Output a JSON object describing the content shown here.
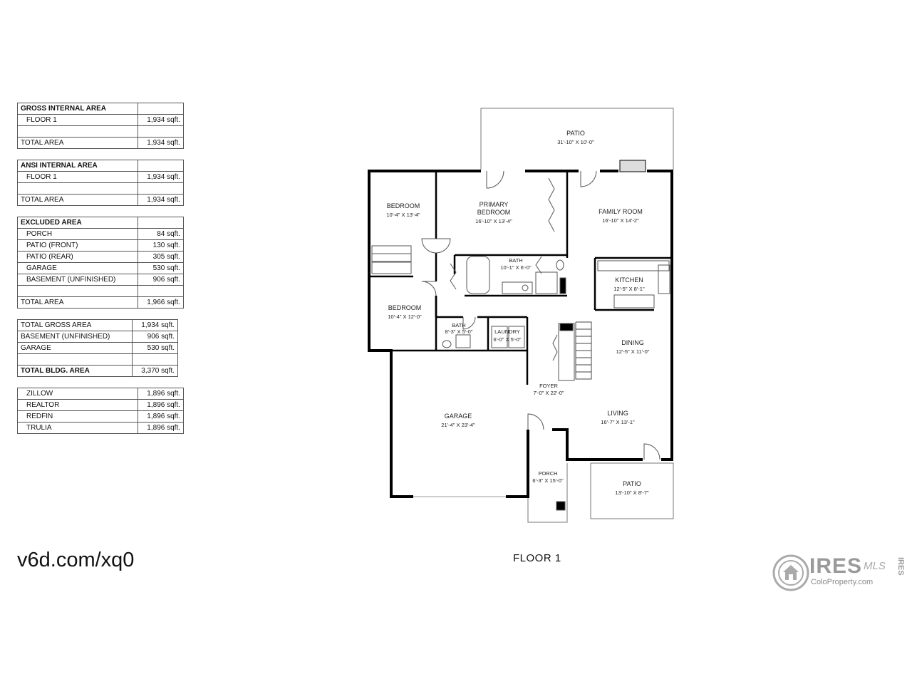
{
  "tables": {
    "gross": {
      "header": "GROSS INTERNAL AREA",
      "rows": [
        [
          "FLOOR 1",
          "1,934 sqft."
        ],
        [
          "",
          ""
        ],
        [
          "TOTAL AREA",
          "1,934 sqft."
        ]
      ]
    },
    "ansi": {
      "header": "ANSI INTERNAL AREA",
      "rows": [
        [
          "FLOOR 1",
          "1,934 sqft."
        ],
        [
          "",
          ""
        ],
        [
          "TOTAL AREA",
          "1,934 sqft."
        ]
      ]
    },
    "excluded": {
      "header": "EXCLUDED AREA",
      "rows": [
        [
          "PORCH",
          "84 sqft."
        ],
        [
          "PATIO (FRONT)",
          "130 sqft."
        ],
        [
          "PATIO (REAR)",
          "305 sqft."
        ],
        [
          "GARAGE",
          "530 sqft."
        ],
        [
          "BASEMENT (UNFINISHED)",
          "906 sqft."
        ],
        [
          "",
          ""
        ],
        [
          "TOTAL AREA",
          "1,966 sqft."
        ]
      ]
    },
    "totals": {
      "rows": [
        [
          "TOTAL GROSS AREA",
          "1,934 sqft."
        ],
        [
          "BASEMENT (UNFINISHED)",
          "906 sqft."
        ],
        [
          "GARAGE",
          "530 sqft."
        ],
        [
          "",
          ""
        ],
        [
          "TOTAL BLDG. AREA",
          "3,370 sqft."
        ]
      ]
    },
    "sites": {
      "rows": [
        [
          "ZILLOW",
          "1,896 sqft."
        ],
        [
          "REALTOR",
          "1,896 sqft."
        ],
        [
          "REDFIN",
          "1,896 sqft."
        ],
        [
          "TRULIA",
          "1,896 sqft."
        ]
      ]
    }
  },
  "short_url": "v6d.com/xq0",
  "floor_label": "FLOOR 1",
  "rooms": {
    "patio_rear": {
      "name": "PATIO",
      "dim": "31'-10\" X 10'-0\""
    },
    "bedroom_1": {
      "name": "BEDROOM",
      "dim": "10'-4\" X 13'-4\""
    },
    "primary_bedroom": {
      "name1": "PRIMARY",
      "name2": "BEDROOM",
      "dim": "16'-10\" X 13'-4\""
    },
    "family_room": {
      "name": "FAMILY ROOM",
      "dim": "16'-10\" X 14'-2\""
    },
    "bath_primary": {
      "name": "BATH",
      "dim": "10'-1\" X 6'-0\""
    },
    "kitchen": {
      "name": "KITCHEN",
      "dim": "12'-5\" X 8'-1\""
    },
    "bedroom_2": {
      "name": "BEDROOM",
      "dim": "10'-4\" X 12'-0\""
    },
    "bath_2": {
      "name": "BATH",
      "dim": "8'-3\" X 5'-0\""
    },
    "laundry": {
      "name": "LAUNDRY",
      "dim": "6'-0\" X 5'-0\""
    },
    "dining": {
      "name": "DINING",
      "dim": "12'-5\" X 11'-0\""
    },
    "foyer": {
      "name": "FOYER",
      "dim": "7'-0\" X 22'-0\""
    },
    "garage": {
      "name": "GARAGE",
      "dim": "21'-4\" X 23'-4\""
    },
    "living": {
      "name": "LIVING",
      "dim": "16'-7\" X 13'-1\""
    },
    "porch": {
      "name": "PORCH",
      "dim": "6'-3\" X 15'-0\""
    },
    "patio_front": {
      "name": "PATIO",
      "dim": "13'-10\" X 8'-7\""
    }
  },
  "logo": {
    "brand": "IRES",
    "mls": "MLS",
    "site": "ColoProperty.com",
    "vertical": "IRES"
  }
}
